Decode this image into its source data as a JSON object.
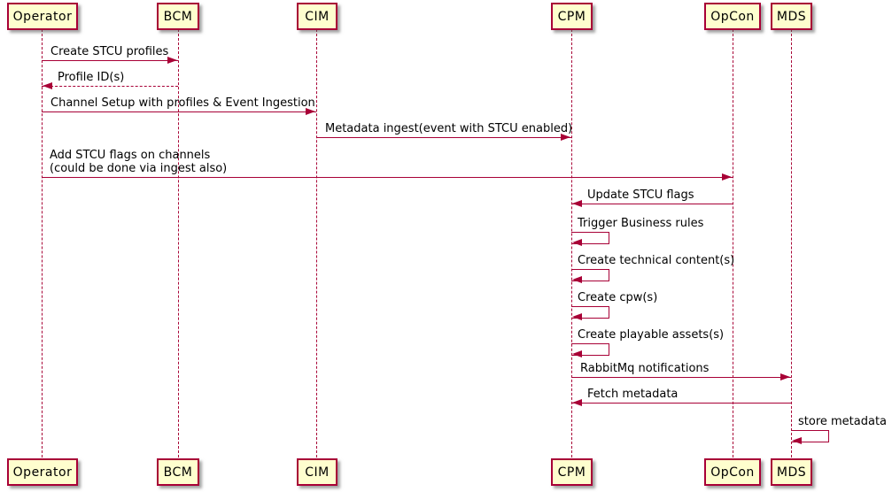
{
  "diagram": {
    "kind": "uml-sequence-diagram",
    "colors": {
      "participant_fill": "#FEFECE",
      "line_color": "#A80036",
      "text_color": "#000000",
      "background": "#FFFFFF"
    },
    "participants": [
      {
        "name": "Operator"
      },
      {
        "name": "BCM"
      },
      {
        "name": "CIM"
      },
      {
        "name": "CPM"
      },
      {
        "name": "OpCon"
      },
      {
        "name": "MDS"
      }
    ],
    "messages": [
      {
        "from": "Operator",
        "to": "BCM",
        "style": "solid",
        "text": "Create STCU profiles"
      },
      {
        "from": "BCM",
        "to": "Operator",
        "style": "dashed",
        "text": "Profile ID(s)"
      },
      {
        "from": "Operator",
        "to": "CIM",
        "style": "solid",
        "text": "Channel Setup with profiles & Event Ingestion"
      },
      {
        "from": "CIM",
        "to": "CPM",
        "style": "solid",
        "text": "Metadata ingest(event with STCU enabled)"
      },
      {
        "from": "Operator",
        "to": "OpCon",
        "style": "solid",
        "text": "Add STCU flags on channels",
        "text2": "(could be done via ingest also)"
      },
      {
        "from": "OpCon",
        "to": "CPM",
        "style": "solid",
        "text": "Update STCU flags"
      },
      {
        "from": "CPM",
        "to": "CPM",
        "style": "self",
        "text": "Trigger Business rules"
      },
      {
        "from": "CPM",
        "to": "CPM",
        "style": "self",
        "text": "Create technical content(s)"
      },
      {
        "from": "CPM",
        "to": "CPM",
        "style": "self",
        "text": "Create cpw(s)"
      },
      {
        "from": "CPM",
        "to": "CPM",
        "style": "self",
        "text": "Create playable assets(s)"
      },
      {
        "from": "CPM",
        "to": "MDS",
        "style": "solid",
        "text": "RabbitMq notifications"
      },
      {
        "from": "MDS",
        "to": "CPM",
        "style": "solid",
        "text": "Fetch metadata"
      },
      {
        "from": "MDS",
        "to": "MDS",
        "style": "self",
        "text": "store metadata"
      }
    ]
  }
}
